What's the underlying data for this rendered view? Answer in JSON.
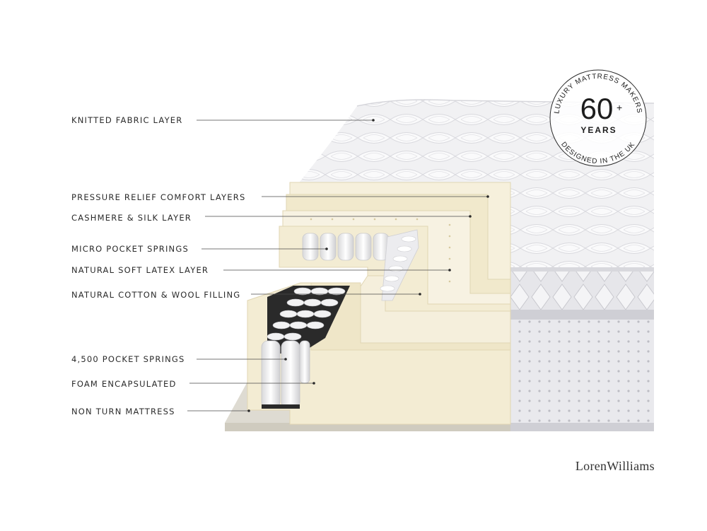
{
  "labels": [
    {
      "id": "knitted-fabric-layer",
      "text": "KNITTED FABRIC LAYER"
    },
    {
      "id": "pressure-relief-comfort-layers",
      "text": "PRESSURE RELIEF COMFORT LAYERS"
    },
    {
      "id": "cashmere-silk-layer",
      "text": "CASHMERE & SILK LAYER"
    },
    {
      "id": "micro-pocket-springs",
      "text": "MICRO POCKET SPRINGS"
    },
    {
      "id": "natural-soft-latex-layer",
      "text": "NATURAL SOFT LATEX LAYER"
    },
    {
      "id": "natural-cotton-wool-filling",
      "text": "NATURAL COTTON & WOOL FILLING"
    },
    {
      "id": "pocket-springs-4500",
      "text": "4,500 POCKET SPRINGS"
    },
    {
      "id": "foam-encapsulated",
      "text": "FOAM ENCAPSULATED"
    },
    {
      "id": "non-turn-mattress",
      "text": "NON TURN MATTRESS"
    }
  ],
  "badge": {
    "top_arc": "LUXURY MATTRESS MAKERS",
    "number": "60",
    "plus": "+",
    "unit": "YEARS",
    "bottom_arc": "DESIGNED IN THE UK"
  },
  "brand": "LorenWilliams",
  "colors": {
    "cream": "#f3ecd3",
    "cream_dark": "#e6dcba",
    "quilt": "#eeeef0",
    "text": "#2b2b2b"
  }
}
